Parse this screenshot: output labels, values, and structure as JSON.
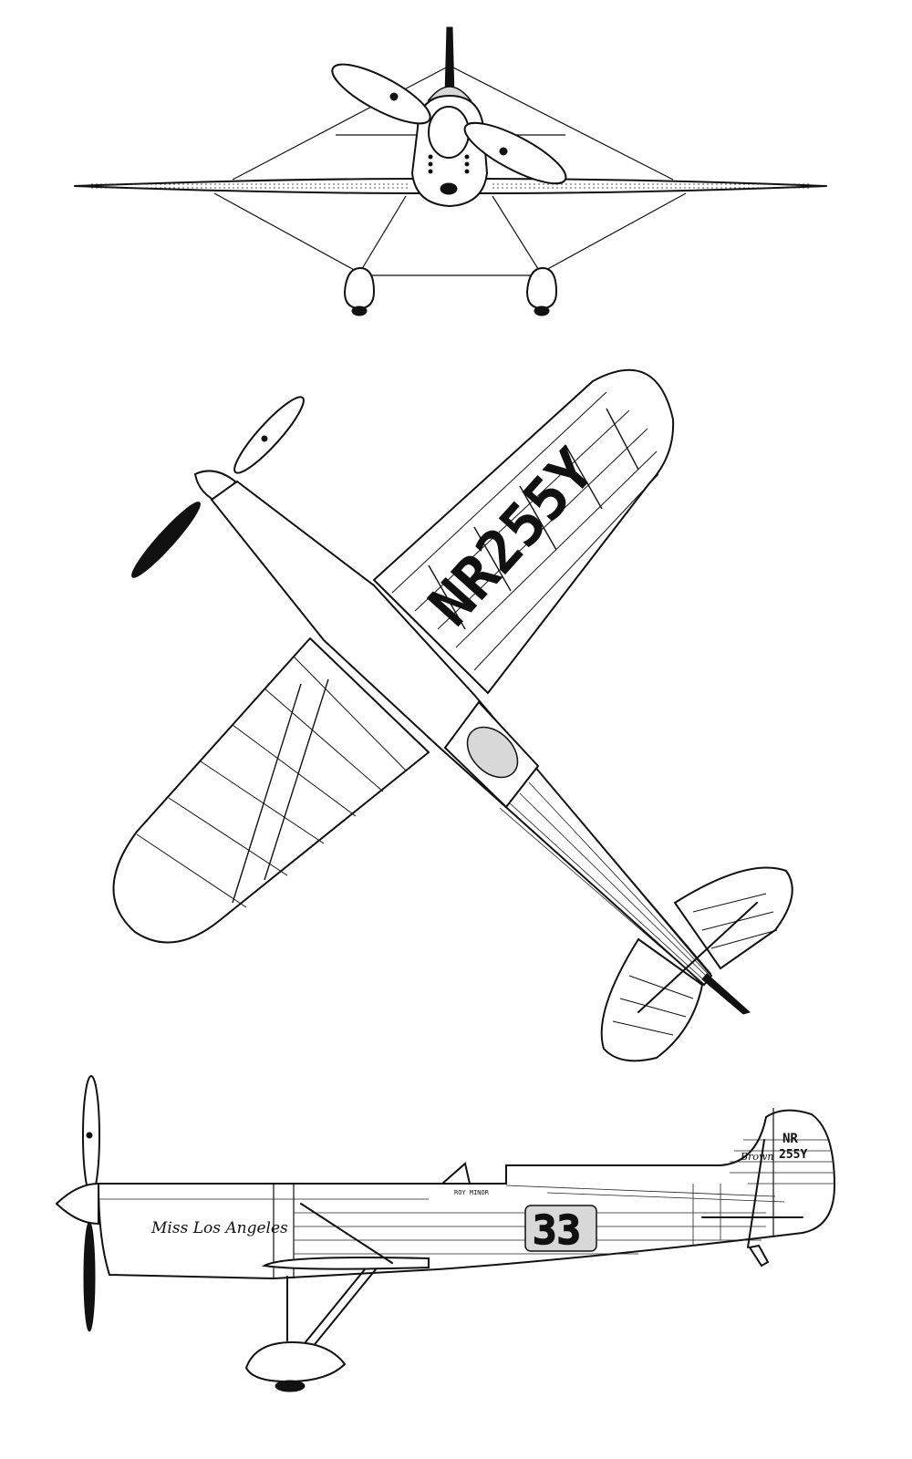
{
  "fuselage_script": "Miss Los Angeles",
  "race_number": "33",
  "registration": "NR 255Y",
  "registration_line1": "NR",
  "registration_line2": "255Y",
  "top_wing_registration": "NR255Y",
  "tail_script": "Brown",
  "cockpit_caption": "ROY MINOR",
  "colors": {
    "ink": "#111111",
    "paper": "#ffffff",
    "shade": "#d8d8d8"
  }
}
